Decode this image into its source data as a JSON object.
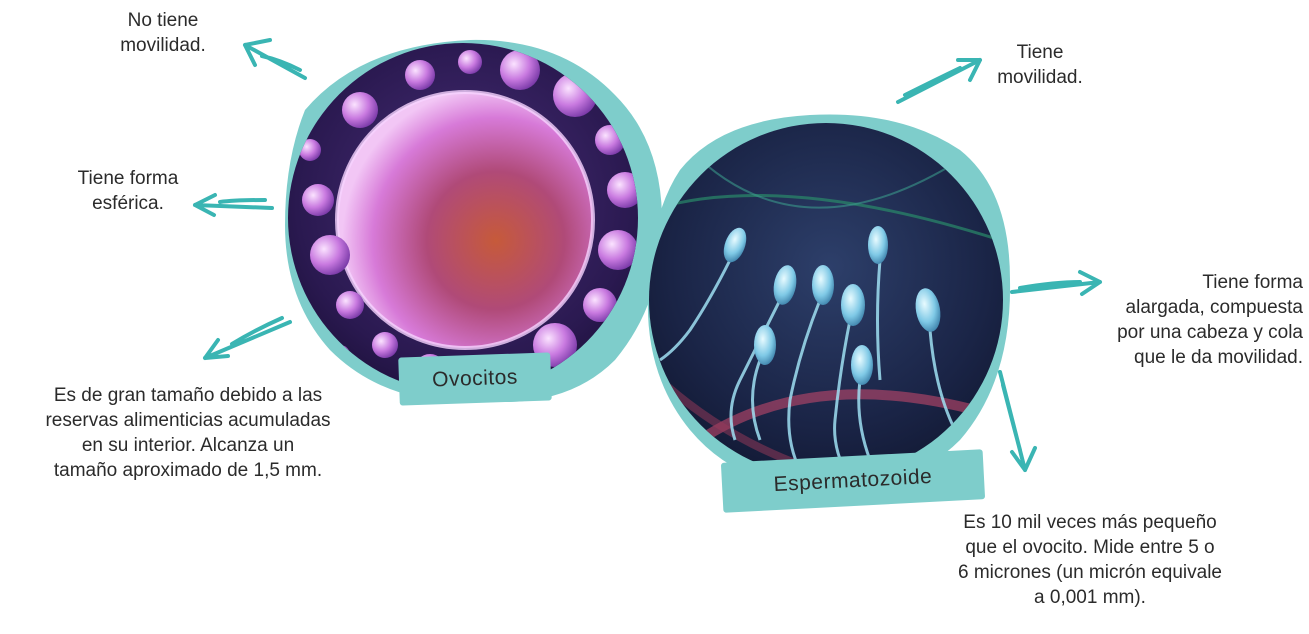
{
  "ovocito": {
    "label": "Ovocitos",
    "note_mobility": [
      "No tiene",
      "movilidad."
    ],
    "note_shape": [
      "Tiene forma",
      "esférica."
    ],
    "note_size": [
      "Es de gran tamaño debido a las",
      "reservas alimenticias acumuladas",
      "en su interior. Alcanza un",
      "tamaño aproximado de 1,5 mm."
    ]
  },
  "espermatozoide": {
    "label": "Espermatozoide",
    "note_mobility": [
      "Tiene",
      "movilidad."
    ],
    "note_shape": [
      "Tiene forma",
      "alargada, compuesta",
      "por una cabeza y cola",
      "que le da movilidad."
    ],
    "note_size": [
      "Es 10 mil veces más pequeño",
      "que el ovocito. Mide entre 5 o",
      "6 micrones (un micrón equivale",
      "a 0,001 mm)."
    ]
  },
  "colors": {
    "accent": "#7ecdcb",
    "arrow": "#3ab5b3",
    "text": "#2b2b2b"
  }
}
